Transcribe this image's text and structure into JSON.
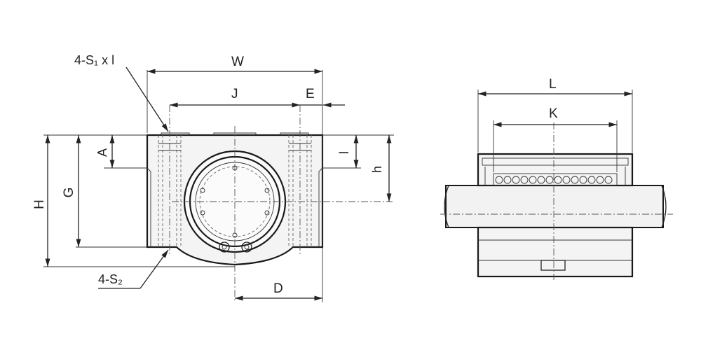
{
  "labels": {
    "W": "W",
    "J": "J",
    "E": "E",
    "A": "A",
    "l": "l",
    "h": "h",
    "H": "H",
    "G": "G",
    "D": "D",
    "S1": "4-S₁ x l",
    "S2": "4-S₂",
    "L": "L",
    "K": "K"
  }
}
